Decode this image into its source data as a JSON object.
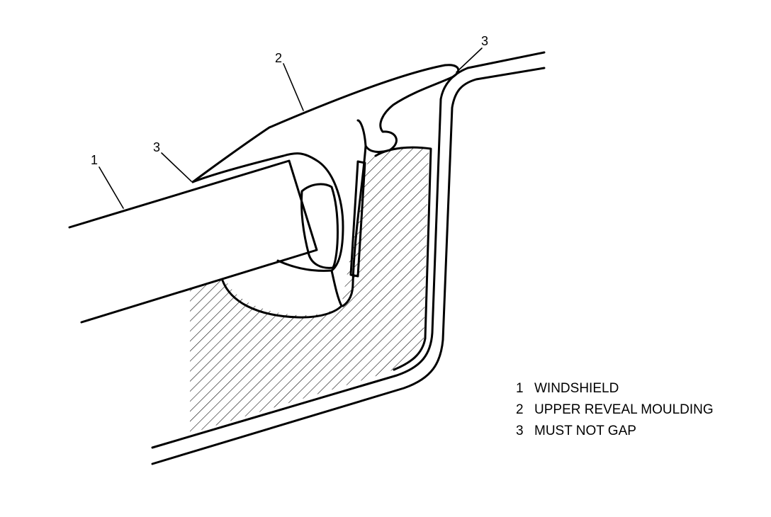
{
  "diagram": {
    "callouts": {
      "windshield": "1",
      "moulding": "2",
      "gap_left": "3",
      "gap_right": "3"
    },
    "legend": [
      {
        "num": "1",
        "label": "WINDSHIELD"
      },
      {
        "num": "2",
        "label": "UPPER REVEAL MOULDING"
      },
      {
        "num": "3",
        "label": "MUST NOT GAP"
      }
    ]
  }
}
